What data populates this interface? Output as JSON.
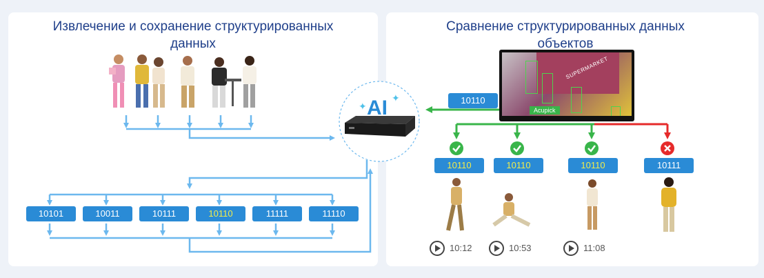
{
  "left": {
    "title_line1": "Извлечение и сохранение структурированных",
    "title_line2": "данных",
    "codes": [
      "10101",
      "10011",
      "10111",
      "10110",
      "11111",
      "11110"
    ],
    "highlight_index": 3
  },
  "center": {
    "ai_label": "AI"
  },
  "right": {
    "title_line1": "Сравнение структурированных данных",
    "title_line2": "объектов",
    "monitor": {
      "sign_text": "SUPERMARKET",
      "tag_text": "Acupick"
    },
    "query_code": "10110",
    "results": [
      {
        "status": "match",
        "code": "10110",
        "time": "10:12"
      },
      {
        "status": "match",
        "code": "10110",
        "time": "10:53"
      },
      {
        "status": "match",
        "code": "10110",
        "time": "11:08"
      },
      {
        "status": "mismatch",
        "code": "10111"
      }
    ]
  },
  "colors": {
    "accent_blue": "#2a8bd6",
    "arrow_blue": "#6cb8ee",
    "match_green": "#39b54a",
    "mismatch_red": "#e62a2a",
    "title_navy": "#1f3f8a",
    "highlight_yellow": "#f2ec4a"
  },
  "icons": [
    "arrow-down-icon",
    "ai-chip-icon",
    "check-icon",
    "cross-icon",
    "play-icon",
    "person-figure"
  ]
}
